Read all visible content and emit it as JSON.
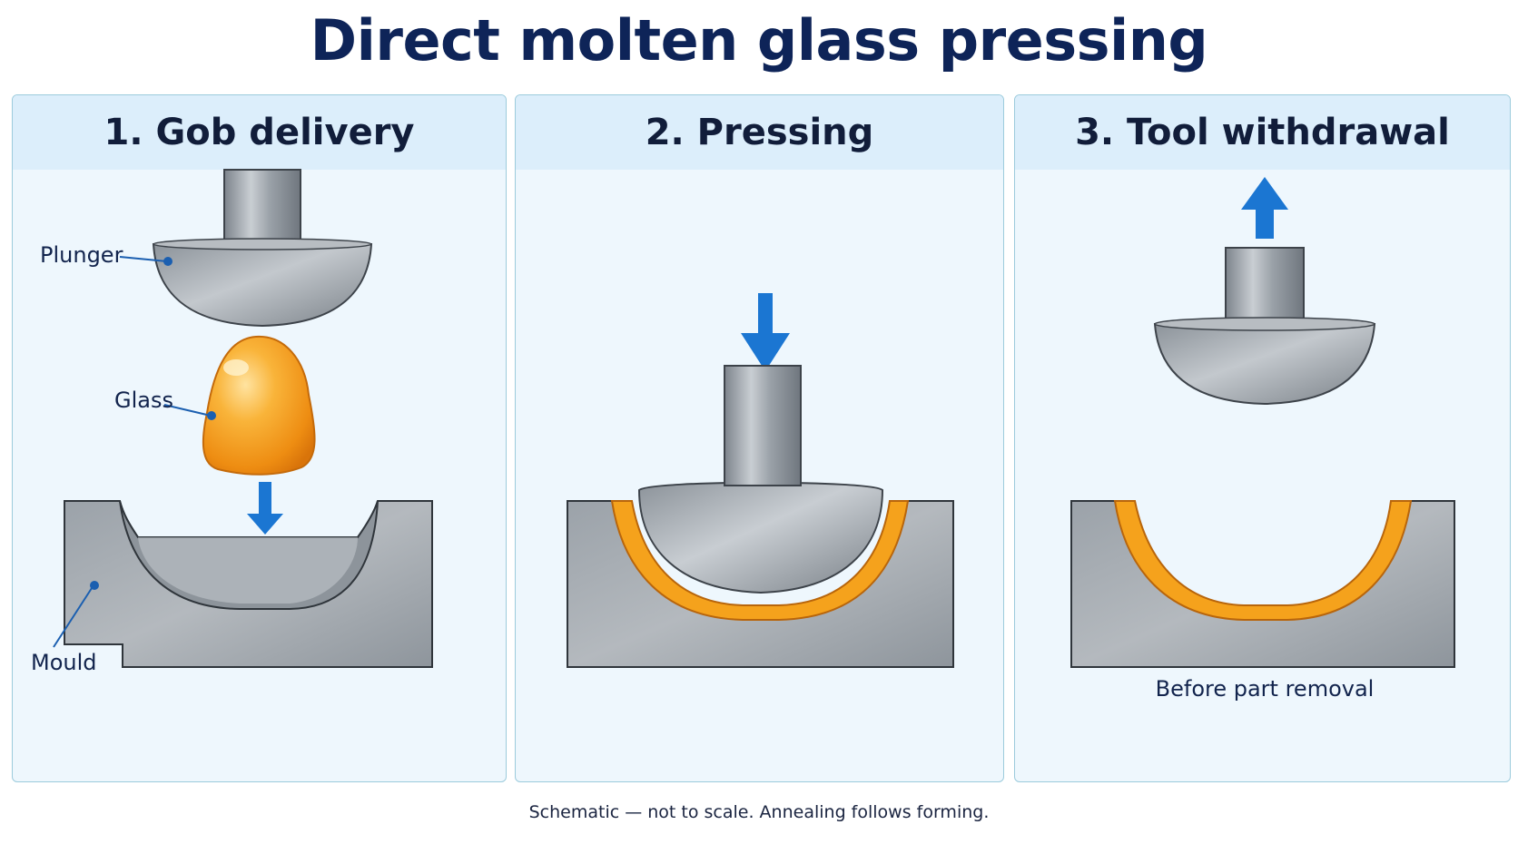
{
  "title": "Direct molten glass pressing",
  "panels": [
    {
      "heading": "1. Gob delivery",
      "labels": {
        "plunger": "Plunger",
        "glass": "Glass",
        "mould": "Mould"
      }
    },
    {
      "heading": "2. Pressing"
    },
    {
      "heading": "3. Tool withdrawal",
      "caption": "Before part removal"
    }
  ],
  "footnote": "Schematic — not to scale. Annealing follows forming.",
  "colors": {
    "title": "#0e2458",
    "arrow": "#1b76d2",
    "glass": "#f5a21c",
    "steel": "#a5acb4",
    "panel_bg": "#eef7fd",
    "panel_border": "#9ccbdc"
  }
}
